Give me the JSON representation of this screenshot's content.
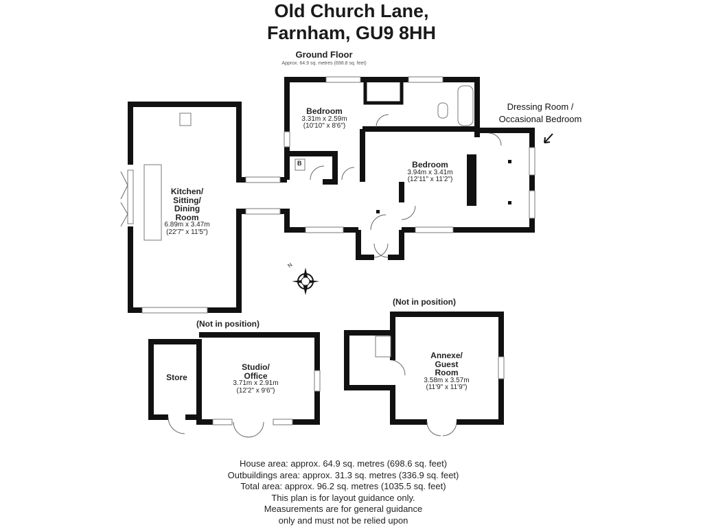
{
  "title": {
    "line1": "Old Church Lane,",
    "line2": "Farnham, GU9 8HH"
  },
  "floor": {
    "name": "Ground Floor",
    "area": "Approx. 64.9 sq. metres (698.8 sq. feet)"
  },
  "rooms": [
    {
      "name": "Kitchen/ Sitting/ Dining Room",
      "l1": "Kitchen/",
      "l2": "Sitting/",
      "l3": "Dining",
      "l4": "Room",
      "metric": "6.89m x 3.47m",
      "imperial": "(22'7\" x 11'5\")"
    },
    {
      "name": "Bedroom",
      "metric": "3.31m x 2.59m",
      "imperial": "(10'10\" x 8'6\")"
    },
    {
      "name": "Bedroom",
      "metric": "3.94m x 3.41m",
      "imperial": "(12'11\" x 11'2\")"
    },
    {
      "name": "Dressing Room / Occasional Bedroom",
      "l1": "Dressing Room /",
      "l2": "Occasional Bedroom"
    },
    {
      "name": "Store"
    },
    {
      "name": "Studio/ Office",
      "l1": "Studio/",
      "l2": "Office",
      "metric": "3.71m x 2.91m",
      "imperial": "(12'2\" x 9'6\")"
    },
    {
      "name": "Annexe/ Guest Room",
      "l1": "Annexe/",
      "l2": "Guest",
      "l3": "Room",
      "metric": "3.58m x 3.57m",
      "imperial": "(11'9\" x 11'9\")"
    }
  ],
  "cupboard_label": "B",
  "compass_label": "N",
  "not_in_position": "(Not in position)",
  "footer": [
    "House area: approx. 64.9 sq. metres (698.6 sq. feet)",
    "Outbuildings area: approx. 31.3 sq. metres (336.9 sq. feet)",
    "Total area: approx. 96.2 sq. metres (1035.5 sq. feet)",
    "This plan is for layout guidance only.",
    "Measurements are for general guidance",
    "only and must not be relied upon"
  ]
}
